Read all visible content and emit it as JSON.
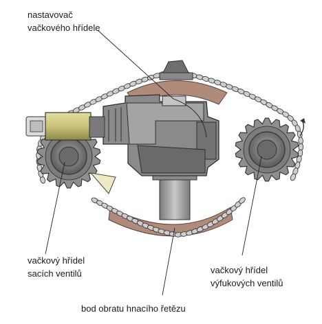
{
  "labels": {
    "cam_adjuster": [
      "nastavovač",
      "vačkového hřídele"
    ],
    "intake_camshaft": [
      "vačkový hřídel",
      "sacích ventilů"
    ],
    "exhaust_camshaft": [
      "vačkový hřídel",
      "výfukových ventilů"
    ],
    "chain_turning_point": "bod obratu hnacího řetězu"
  },
  "colors": {
    "chain_link": "#cfcfcf",
    "chain_outline": "#3a3a3a",
    "guide_rail": "#b08a7a",
    "housing_dark": "#6e6e6e",
    "housing_mid": "#9a9a9a",
    "housing_light": "#c4c4c4",
    "solenoid_brass": "#c9c27a",
    "sprocket": "#8e8e8e",
    "direction_arrow": "#333333"
  },
  "icons": {
    "direction": "curved-arrow-icon"
  }
}
